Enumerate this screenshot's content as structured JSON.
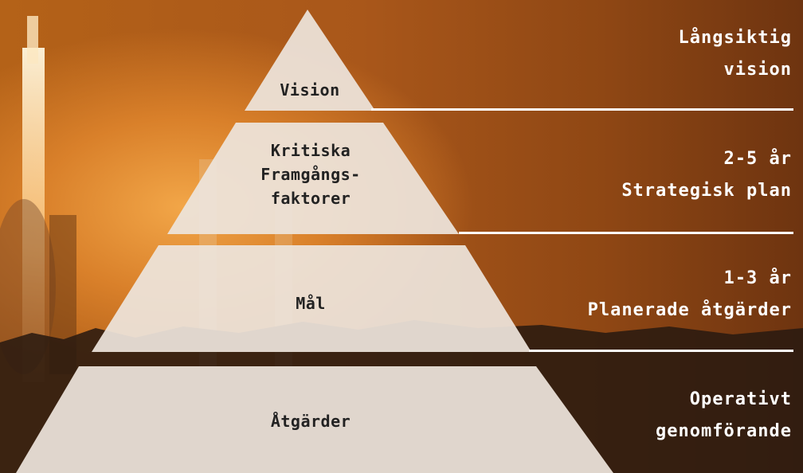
{
  "pyramid": {
    "tiers": [
      {
        "label": "Vision"
      },
      {
        "label_line1": "Kritiska",
        "label_line2": "Framgångs-",
        "label_line3": "faktorer"
      },
      {
        "label": "Mål"
      },
      {
        "label": "Åtgärder"
      }
    ]
  },
  "descriptions": [
    {
      "line1": "Långsiktig",
      "line2": "vision"
    },
    {
      "line1": "2-5 år",
      "line2": "Strategisk plan"
    },
    {
      "line1": "1-3 år",
      "line2": "Planerade åtgärder"
    },
    {
      "line1": "Operativt",
      "line2": "genomförande"
    }
  ],
  "colors": {
    "tier_fill": "#ede4dc",
    "text_dark": "#222222",
    "text_light": "#ffffff",
    "background_orange": "#b46218"
  }
}
